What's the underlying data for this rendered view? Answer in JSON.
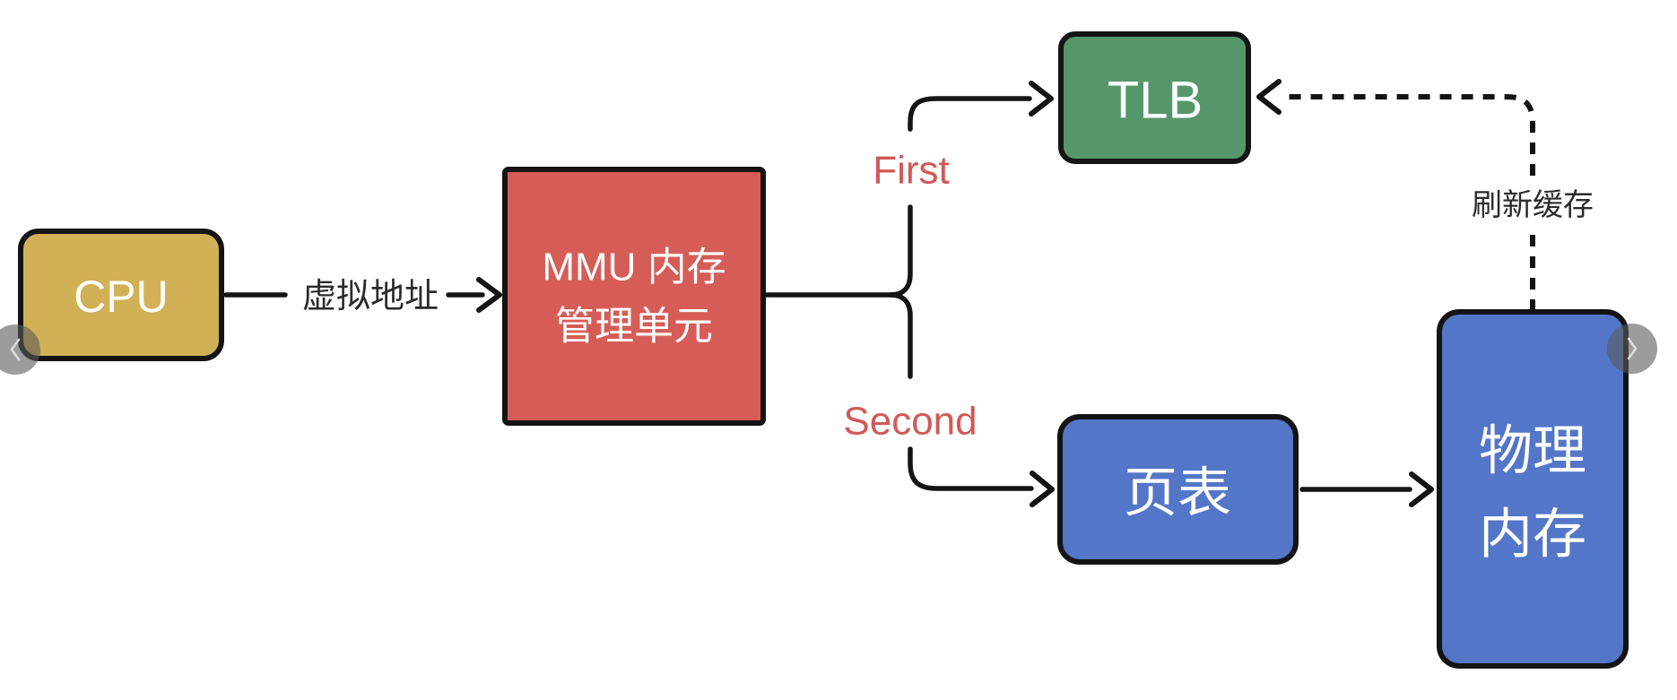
{
  "diagram": {
    "nodes": {
      "cpu": {
        "label": "CPU",
        "fill": "#d2b156"
      },
      "mmu": {
        "line1": "MMU 内存",
        "line2": "管理单元",
        "fill": "#d65d57"
      },
      "tlb": {
        "label": "TLB",
        "fill": "#55976a"
      },
      "pageTable": {
        "label": "页表",
        "fill": "#5376c8"
      },
      "physicalMemory": {
        "line1": "物理",
        "line2": "内存",
        "fill": "#5376c8"
      }
    },
    "edgeLabels": {
      "virtualAddress": {
        "text": "虚拟地址",
        "color": "#2b2b2b"
      },
      "first": {
        "text": "First",
        "color": "#d25858"
      },
      "second": {
        "text": "Second",
        "color": "#d25858"
      },
      "refreshCache": {
        "text": "刷新缓存",
        "color": "#2b2b2b"
      }
    },
    "style": {
      "lineColor": "#141414",
      "nodeTextColor": "#ffffff",
      "background": "#ffffff"
    }
  },
  "carousel": {
    "prevIcon": "chevron-left",
    "nextIcon": "chevron-right"
  }
}
